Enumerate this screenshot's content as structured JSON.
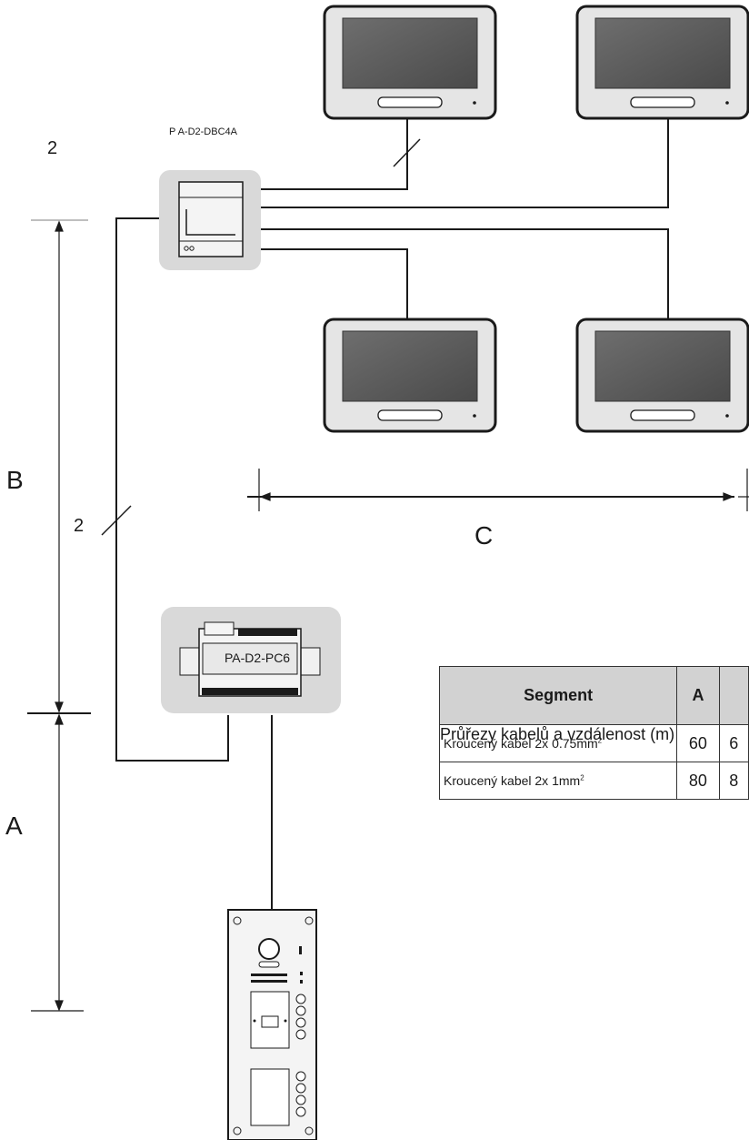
{
  "labels": {
    "dbc_model": "P A-D2-DBC4A",
    "pc_model": "PA-D2-PC6",
    "wires_top": "2",
    "wires_mid": "2",
    "dim_a": "A",
    "dim_b": "B",
    "dim_c": "C"
  },
  "table": {
    "title": "Průřezy kabelů a vzdálenost (m)",
    "headers": [
      "Segment",
      "A",
      ""
    ],
    "rows": [
      {
        "segment": "Kroucený kabel 2x 0.75mm",
        "sup": "2",
        "a": "60",
        "b": "6"
      },
      {
        "segment": "Kroucený kabel 2x 1mm",
        "sup": "2",
        "a": "80",
        "b": "8"
      }
    ]
  },
  "colors": {
    "box_fill": "#d9d9d9",
    "screen": "#5a5a5a",
    "line": "#1a1a1a"
  }
}
